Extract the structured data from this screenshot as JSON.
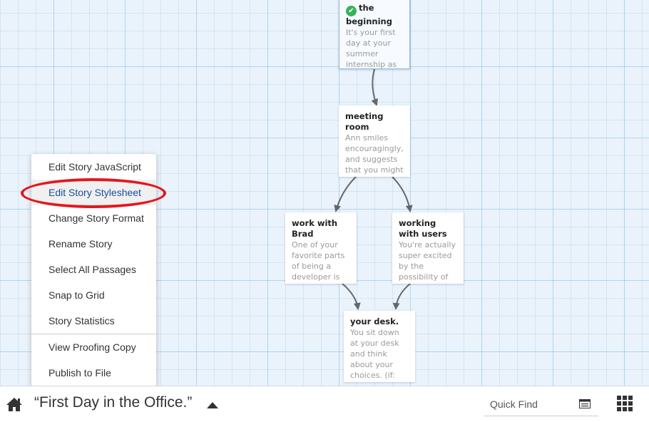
{
  "story": {
    "passages": [
      {
        "id": "p1",
        "title": "the beginning",
        "excerpt": "It's your first day at your summer internship as a",
        "start": true
      },
      {
        "id": "p2",
        "title": "meeting room",
        "excerpt": "Ann smiles encouragingly, and suggests that you might be interested in",
        "start": false
      },
      {
        "id": "p3",
        "title": "work with Brad",
        "excerpt": "One of your favorite parts of being a developer is",
        "start": false
      },
      {
        "id": "p4",
        "title": "working with users",
        "excerpt": "You're actually super excited by the possibility of",
        "start": false
      },
      {
        "id": "p5",
        "title": "your desk.",
        "excerpt": "You sit down at your desk and think about your choices. (if: $confidence",
        "start": false
      }
    ]
  },
  "menu": {
    "items": [
      {
        "label": "Edit Story JavaScript"
      },
      {
        "label": "Edit Story Stylesheet",
        "active": true
      },
      {
        "label": "Change Story Format"
      },
      {
        "label": "Rename Story"
      },
      {
        "label": "Select All Passages"
      },
      {
        "label": "Snap to Grid"
      },
      {
        "label": "Story Statistics"
      },
      {
        "label": "View Proofing Copy"
      },
      {
        "label": "Publish to File"
      }
    ]
  },
  "toolbar": {
    "home_icon": "home-icon",
    "story_title": "“First Day in the Office.”",
    "caret_icon": "caret-up-icon",
    "quick_find_placeholder": "Quick Find",
    "find_options_icon": "find-options-icon",
    "zoom_icon": "passage-grid-icon"
  },
  "colors": {
    "highlight": "#e5161d",
    "start_badge": "#35b35a",
    "active_menu_text": "#1a4fa0"
  }
}
